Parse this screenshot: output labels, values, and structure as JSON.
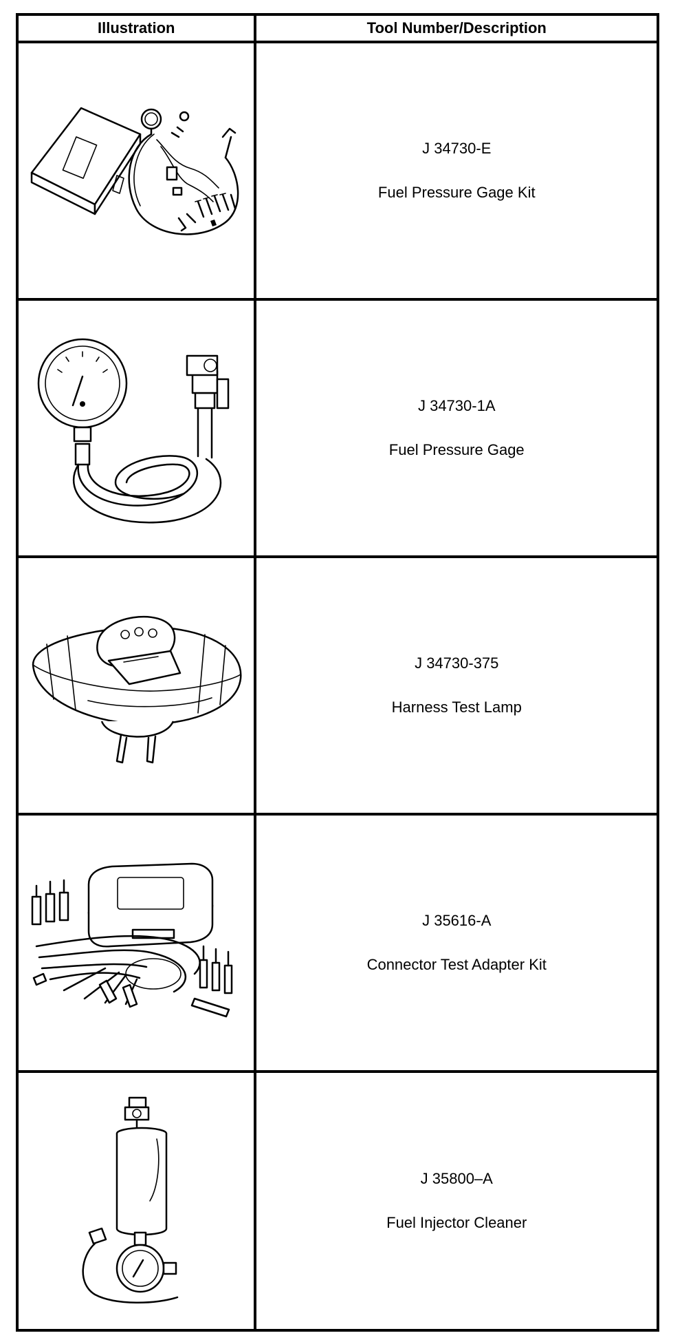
{
  "table": {
    "headers": {
      "illustration": "Illustration",
      "description": "Tool Number/Description"
    },
    "rows": [
      {
        "number": "J 34730-E",
        "description": "Fuel Pressure Gage Kit",
        "icon": "fuel-pressure-gage-kit-icon"
      },
      {
        "number": "J 34730-1A",
        "description": "Fuel Pressure Gage",
        "icon": "fuel-pressure-gage-icon"
      },
      {
        "number": "J 34730-375",
        "description": "Harness Test Lamp",
        "icon": "harness-test-lamp-icon"
      },
      {
        "number": "J 35616-A",
        "description": "Connector Test Adapter Kit",
        "icon": "connector-test-adapter-kit-icon"
      },
      {
        "number": "J 35800–A",
        "description": "Fuel Injector Cleaner",
        "icon": "fuel-injector-cleaner-icon"
      }
    ]
  }
}
